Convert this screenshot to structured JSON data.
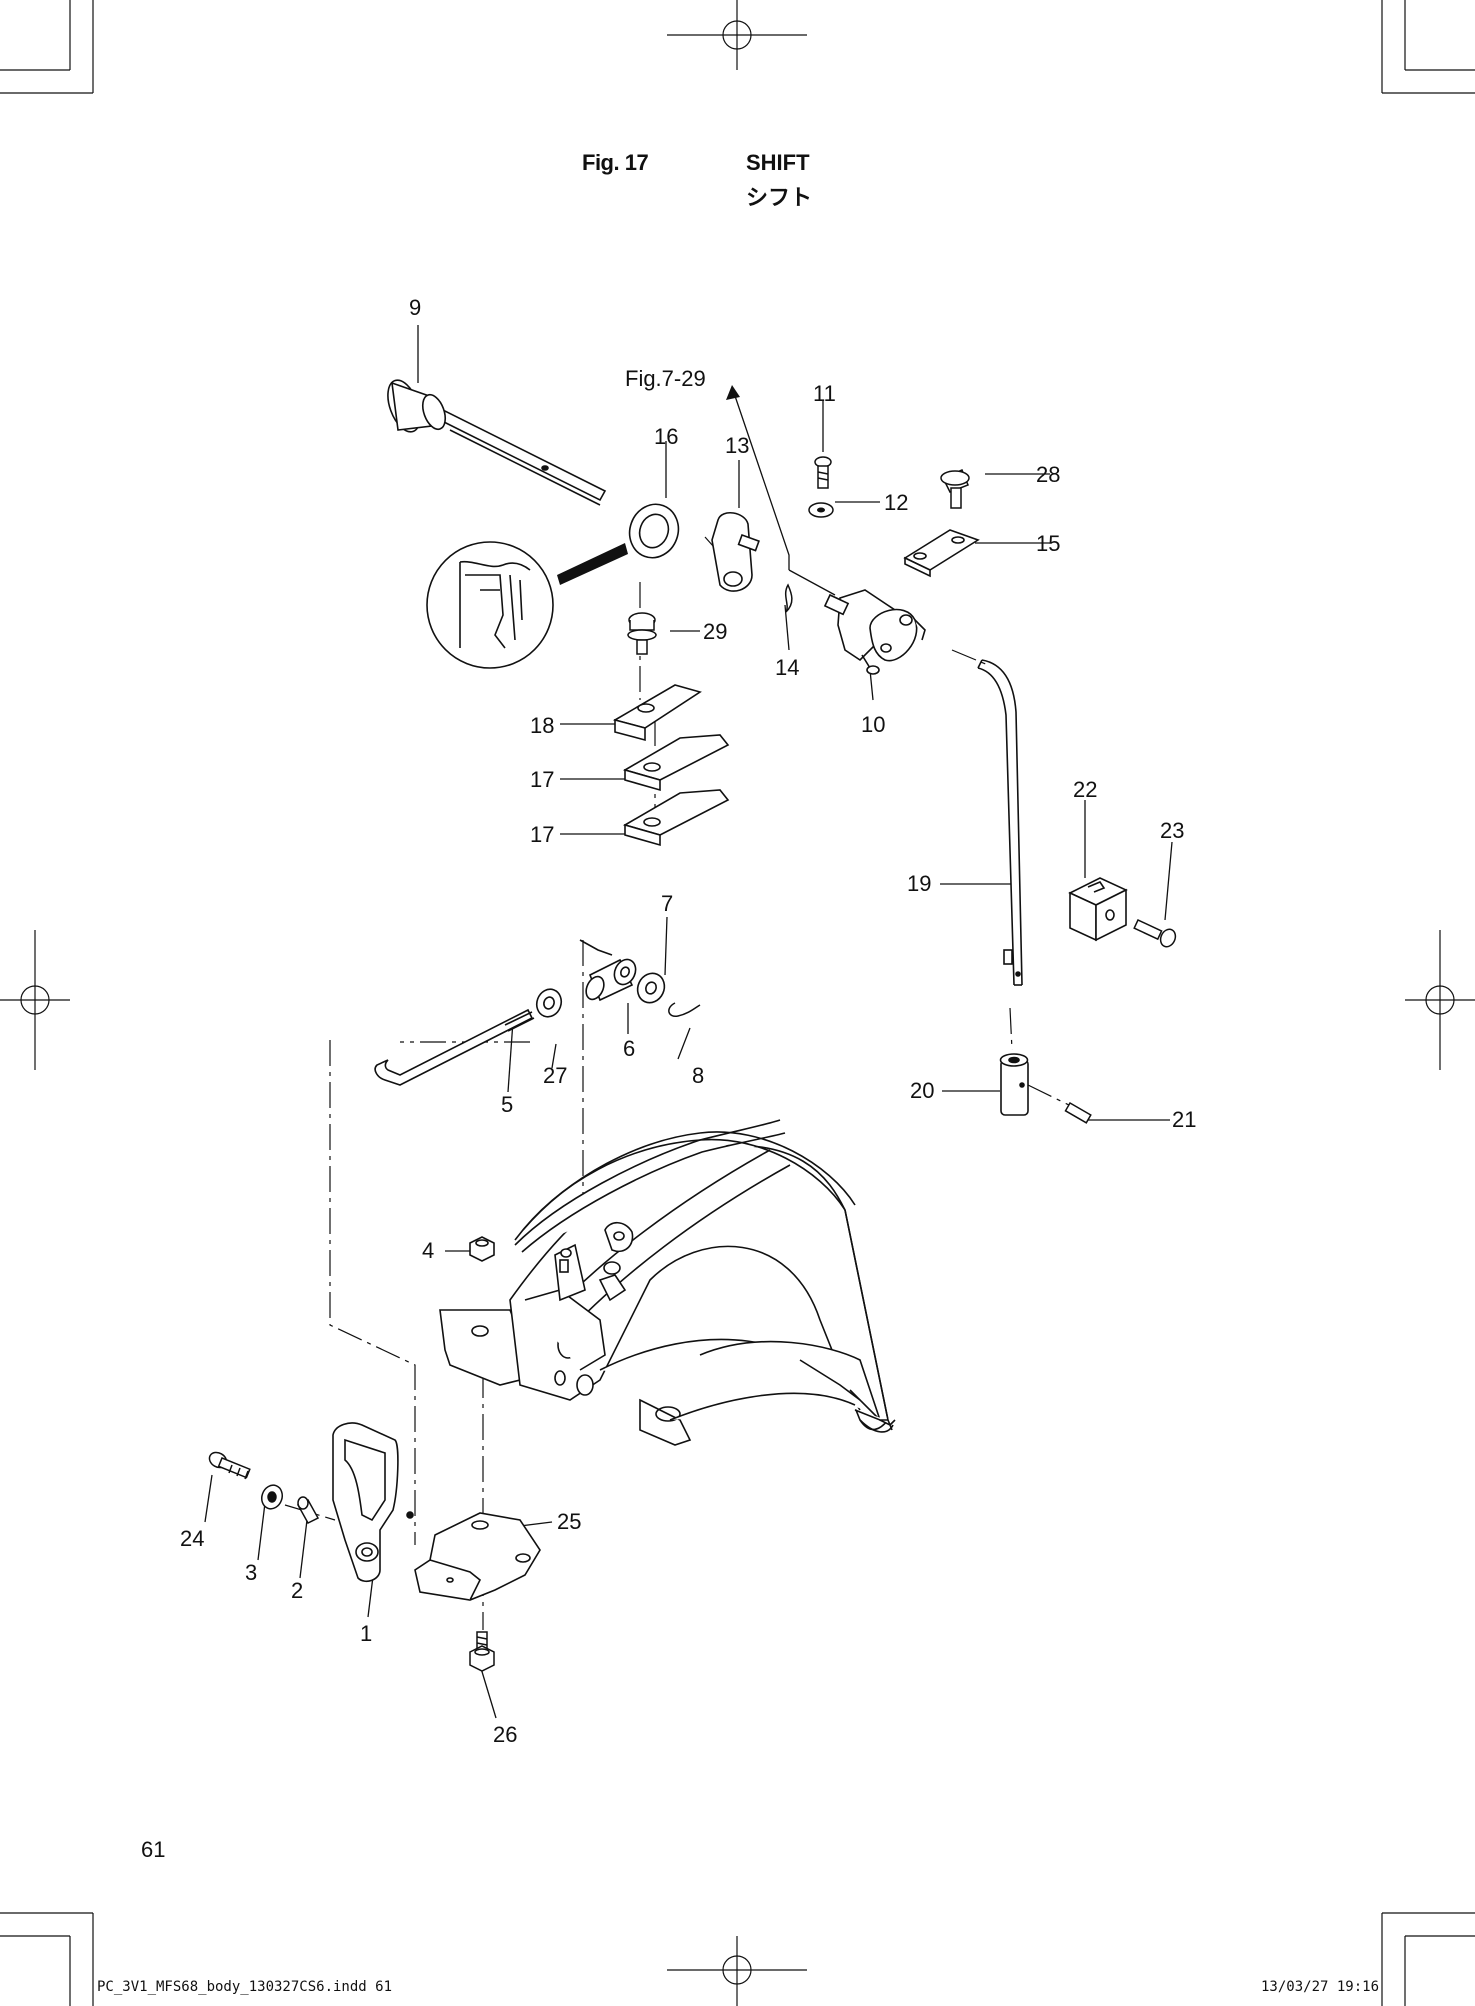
{
  "header": {
    "figure_label": "Fig. 17",
    "title_en": "SHIFT",
    "title_jp": "シフト"
  },
  "diagram": {
    "reference": "Fig.7-29",
    "callouts": [
      "9",
      "16",
      "13",
      "11",
      "12",
      "28",
      "15",
      "29",
      "14",
      "10",
      "18",
      "17",
      "17",
      "22",
      "23",
      "19",
      "7",
      "6",
      "8",
      "27",
      "5",
      "20",
      "21",
      "4",
      "25",
      "24",
      "3",
      "2",
      "1",
      "26"
    ]
  },
  "page": {
    "number": "61",
    "footer_file": "PC_3V1_MFS68_body_130327CS6.indd   61",
    "footer_timestamp": "13/03/27   19:16"
  }
}
